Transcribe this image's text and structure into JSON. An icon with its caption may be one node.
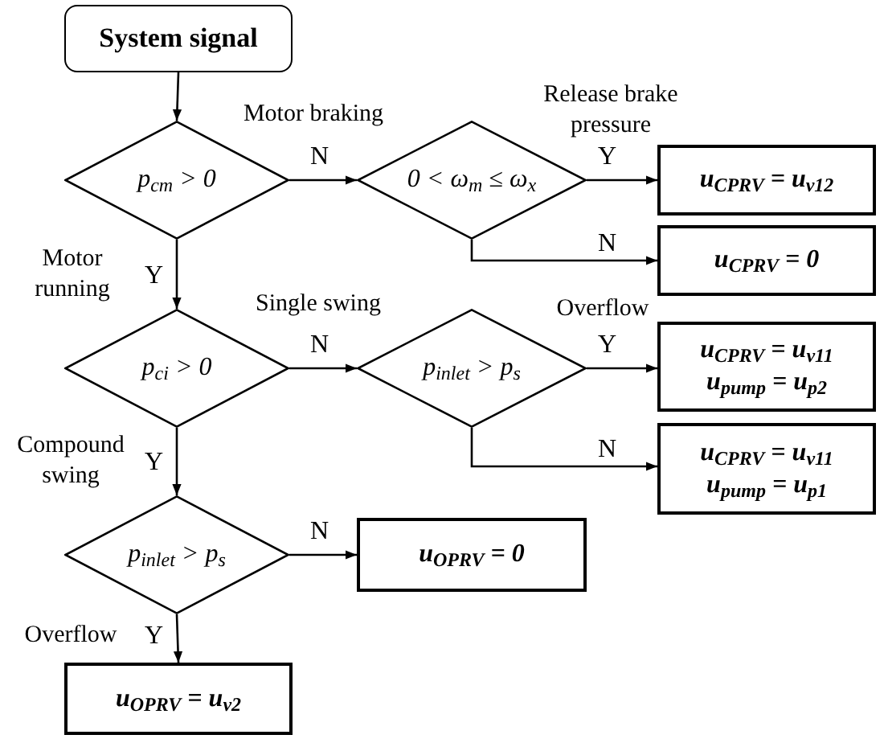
{
  "diagram": {
    "nodes": [
      {
        "text": [
          "System signal"
        ]
      },
      {
        "text": [
          "p$_{cm}$ > 0"
        ]
      },
      {
        "text": [
          "0 < ω$_{m}$ ≤ ω$_{x}$"
        ]
      },
      {
        "text": [
          "u$_{CPRV}$ = u$_{v12}$"
        ]
      },
      {
        "text": [
          "u$_{CPRV}$ = 0"
        ]
      },
      {
        "text": [
          "p$_{ci}$ > 0"
        ]
      },
      {
        "text": [
          "p$_{inlet}$ > p$_{s}$"
        ]
      },
      {
        "text": [
          "u$_{CPRV}$ = u$_{v11}$",
          "u$_{pump}$ = u$_{p2}$"
        ]
      },
      {
        "text": [
          "u$_{CPRV}$ = u$_{v11}$",
          "u$_{pump}$ = u$_{p1}$"
        ]
      },
      {
        "text": [
          "p$_{inlet}$ > p$_{s}$"
        ]
      },
      {
        "text": [
          "u$_{OPRV}$ = 0"
        ]
      },
      {
        "text": [
          "u$_{OPRV}$ = u$_{v2}$"
        ]
      }
    ],
    "edges": [
      {
        "from": 0,
        "to": 1,
        "arrow": "to"
      },
      {
        "from": 1,
        "to": 2,
        "arrow": "to",
        "label": "N"
      },
      {
        "from": 2,
        "to": 3,
        "arrow": "to",
        "label": "Y"
      },
      {
        "from": 2,
        "to": 4,
        "arrow": "to",
        "label": "N"
      },
      {
        "from": 1,
        "to": 5,
        "arrow": "to",
        "label": "Y"
      },
      {
        "from": 5,
        "to": 6,
        "arrow": "to",
        "label": "N"
      },
      {
        "from": 6,
        "to": 7,
        "arrow": "to",
        "label": "Y"
      },
      {
        "from": 6,
        "to": 8,
        "arrow": "to",
        "label": "N"
      },
      {
        "from": 5,
        "to": 9,
        "arrow": "to",
        "label": "Y"
      },
      {
        "from": 9,
        "to": 10,
        "arrow": "to",
        "label": "N"
      },
      {
        "from": 9,
        "to": 11,
        "arrow": "to",
        "label": "Y"
      }
    ],
    "labels": [
      "Motor braking",
      "Release brake pressure",
      "Motor running",
      "Single swing",
      "Overflow",
      "Compound swing",
      "Overflow"
    ]
  }
}
